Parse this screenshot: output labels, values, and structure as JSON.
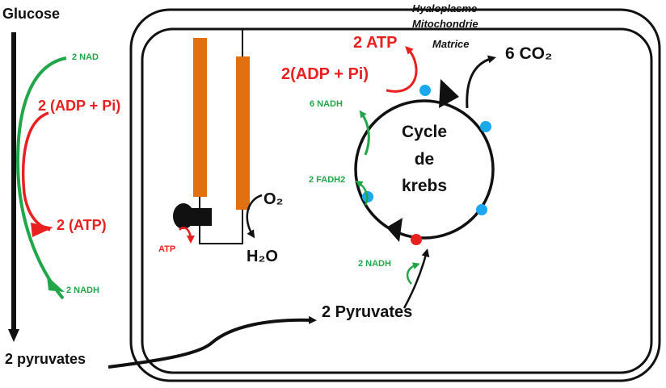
{
  "colors": {
    "red": "#e8201f",
    "green": "#22a64a",
    "orange": "#e07010",
    "blue": "#1ba8ef",
    "black": "#111111"
  },
  "labels": {
    "glucose": "Glucose",
    "pyruvates_left": "2 pyruvates",
    "nad": "2 NAD",
    "adp_left": "2 (ADP + Pi)",
    "atp_left": "2 (ATP)",
    "nadh_left": "2 NADH",
    "hyaloplasme": "Hyaloplasme",
    "mitochondrie": "Mitochondrie",
    "matrice": "Matrice",
    "atp_top": "2 ATP",
    "adp_top": "2(ADP + Pi)",
    "co2": "6 CO₂",
    "nadh_6": "6 NADH",
    "fadh2": "2 FADH2",
    "nadh_bottom": "2 NADH",
    "cycle_line1": "Cycle",
    "cycle_line2": "de",
    "cycle_line3": "krebs",
    "o2": "O₂",
    "h2o": "H₂O",
    "atp_synthase": "ATP",
    "pyruvates_right": "2 Pyruvates"
  }
}
